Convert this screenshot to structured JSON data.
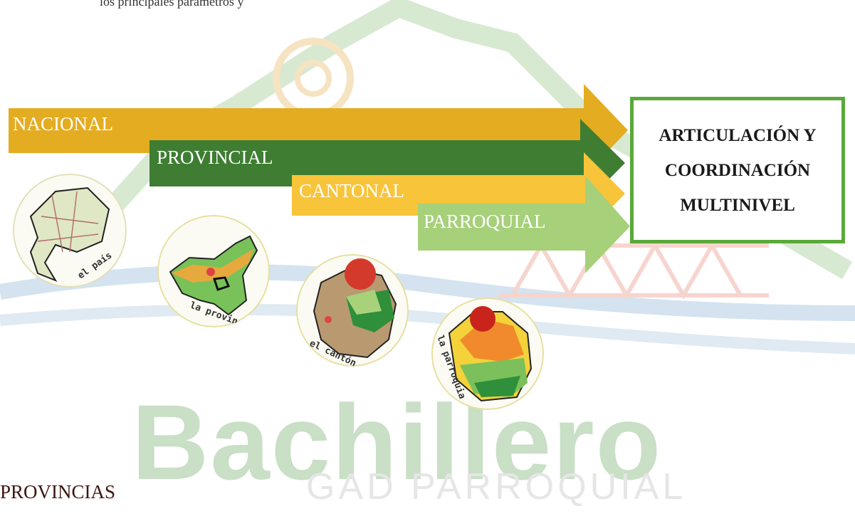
{
  "top_fragment": "los principales parámetros y",
  "levels": [
    {
      "label": "NACIONAL",
      "color": "#e4ac21"
    },
    {
      "label": "PROVINCIAL",
      "color": "#3e7d32"
    },
    {
      "label": "CANTONAL",
      "color": "#f8c43a"
    },
    {
      "label": "PARROQUIAL",
      "color": "#a6d07a"
    }
  ],
  "result_box": {
    "lines": [
      "ARTICULACIÓN Y",
      "COORDINACIÓN",
      "MULTINIVEL"
    ],
    "border_color": "#5aa93a"
  },
  "maps": [
    {
      "caption": "el país"
    },
    {
      "caption": "la provincia"
    },
    {
      "caption": "el cantón"
    },
    {
      "caption": "la parroquia"
    }
  ],
  "watermark": {
    "main": "Bachillero",
    "sub": "GAD PARROQUIAL"
  },
  "bottom_heading": "PROVINCIAS"
}
